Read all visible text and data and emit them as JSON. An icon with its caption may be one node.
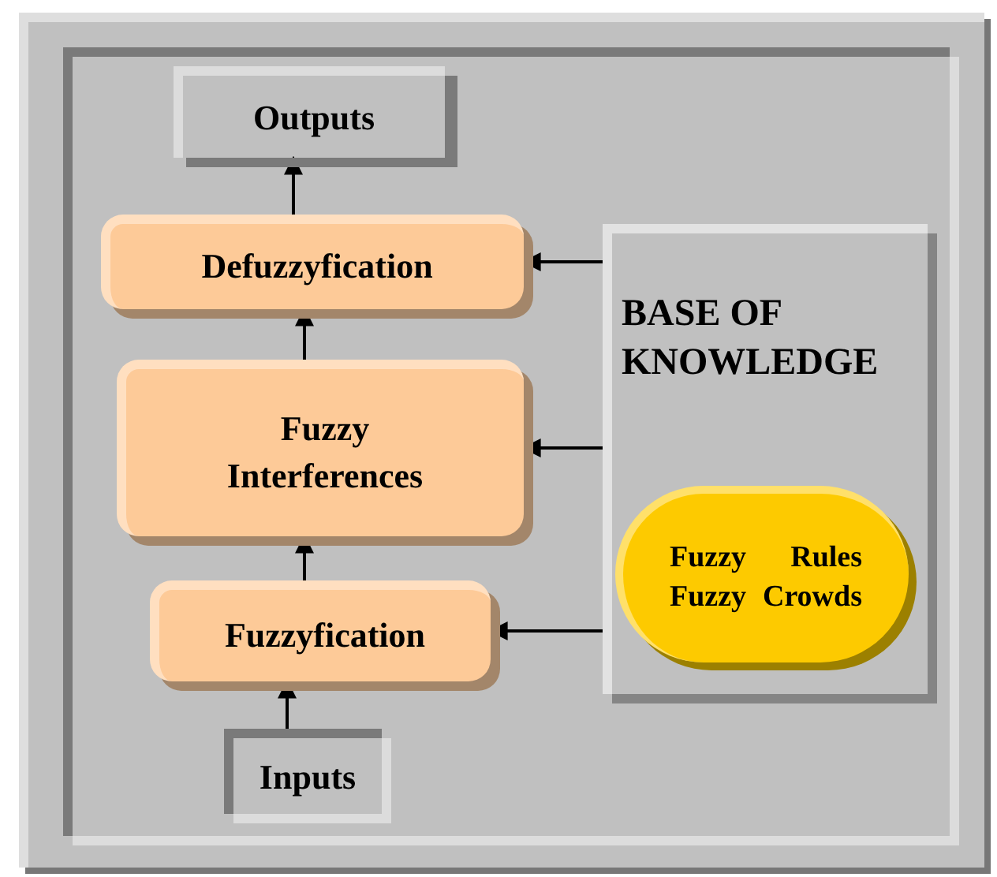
{
  "diagram": {
    "nodes": [
      {
        "text": [
          "Outputs"
        ]
      },
      {
        "text": [
          "Defuzzyfication"
        ]
      },
      {
        "text": [
          "BASE OF KNOWLEDGE"
        ]
      },
      {
        "text": [
          "Fuzzy Rules Fuzzy Crowds"
        ],
        "in": 2
      },
      {
        "text": [
          "Fuzzy Interferences"
        ]
      },
      {
        "text": [
          "Fuzzyfication"
        ]
      },
      {
        "text": [
          "Inputs"
        ]
      }
    ],
    "edges": [
      {
        "from": 1,
        "to": 0,
        "arrow": "to"
      },
      {
        "from": 4,
        "to": 1,
        "arrow": "to"
      },
      {
        "from": 5,
        "to": 4,
        "arrow": "to"
      },
      {
        "from": 6,
        "to": 5,
        "arrow": "to"
      },
      {
        "from": 2,
        "to": 1,
        "arrow": "to"
      },
      {
        "from": 2,
        "to": 4,
        "arrow": "to"
      },
      {
        "from": 2,
        "to": 5,
        "arrow": "to"
      }
    ]
  }
}
